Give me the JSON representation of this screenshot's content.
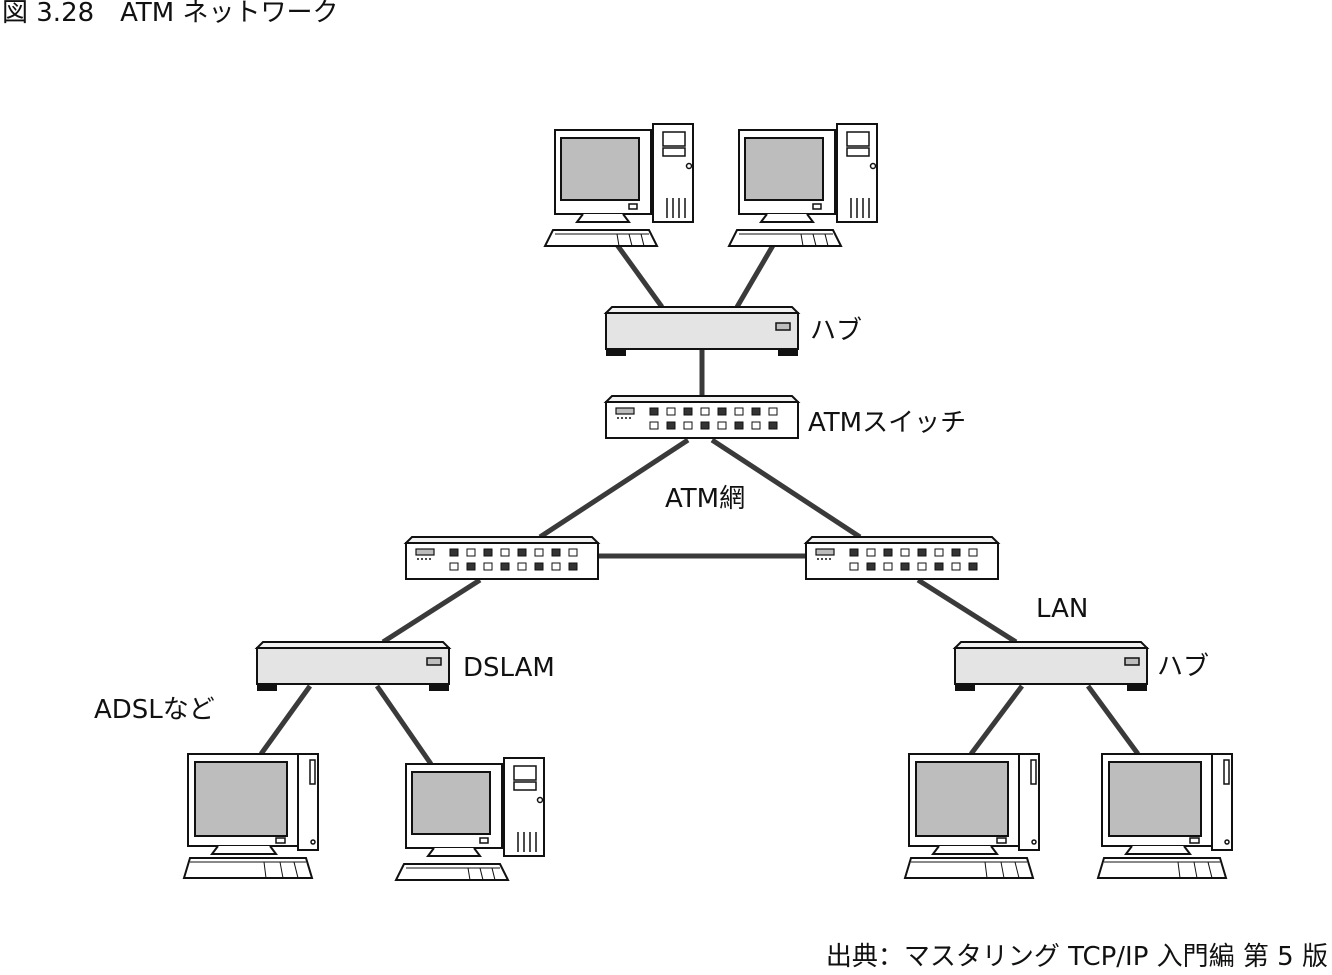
{
  "caption": "図 3.28　ATM ネットワーク",
  "source": "出典：マスタリング TCP/IP 入門編 第 5 版",
  "labels": {
    "hub_top": "ハブ",
    "atm_switch": "ATMスイッチ",
    "atm_network": "ATM網",
    "dslam": "DSLAM",
    "adsl": "ADSLなど",
    "lan": "LAN",
    "hub_right": "ハブ"
  },
  "colors": {
    "line": "#3a3a3a",
    "device_fill": "#e4e4e4",
    "screen_fill": "#bdbdbd"
  }
}
